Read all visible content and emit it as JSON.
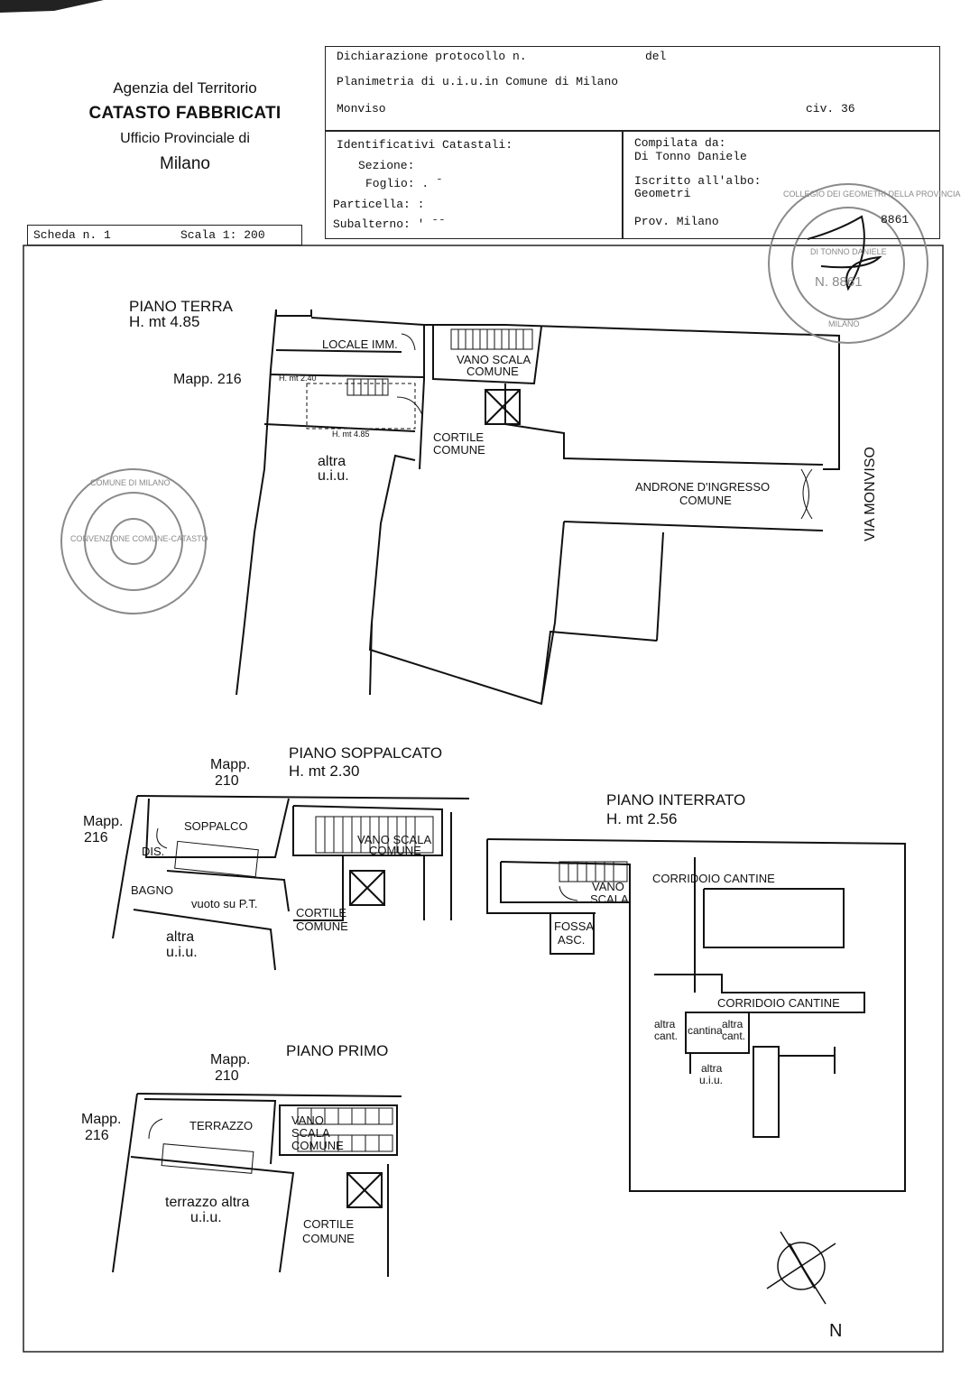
{
  "agency": {
    "line1": "Agenzia del Territorio",
    "line2": "CATASTO FABBRICATI",
    "line3": "Ufficio Provinciale di",
    "line4": "Milano"
  },
  "header": {
    "declaration": "Dichiarazione protocollo n.",
    "del": "del",
    "planimetria": "Planimetria di u.i.u.in Comune di Milano",
    "street": "Monviso",
    "civic": "civ. 36"
  },
  "identifiers": {
    "title": "Identificativi Catastali:",
    "sezione": "Sezione:",
    "foglio": "Foglio: . ˉ",
    "particella": "Particella: :",
    "subalterno": "Subalterno: ' ˉˉ"
  },
  "compiler": {
    "compiled_by": "Compilata da:",
    "name": "Di Tonno Daniele",
    "enrolled": "Iscritto all'albo:",
    "albo": "Geometri",
    "province": "Prov. Milano",
    "number": "8861"
  },
  "scheda": {
    "number": "Scheda n. 1",
    "scale": "Scala 1: 200"
  },
  "stamps": {
    "geometri_top": "COLLEGIO DEI GEOMETRI DELLA PROVINCIA",
    "geometri_center": "DI TONNO DANIELE",
    "geometri_number": "N. 8861",
    "geometri_city": "MILANO",
    "comune": "COMUNE DI MILANO",
    "comune_inner": "CONVENZIONE COMUNE-CATASTO"
  },
  "piano_terra": {
    "title": "PIANO TERRA",
    "height": "H. mt 4.85",
    "mapp": "Mapp. 216",
    "locale": "LOCALE IMM.",
    "vano_scala": "VANO SCALA",
    "comune": "COMUNE",
    "h240": "H. mt 2.40",
    "h485": "H. mt 4.85",
    "cortile": "CORTILE",
    "cortile_comune": "COMUNE",
    "altra": "altra",
    "uiu": "u.i.u.",
    "androne": "ANDRONE D'INGRESSO",
    "androne_comune": "COMUNE",
    "via": "VIA MONVISO"
  },
  "piano_soppalcato": {
    "title": "PIANO SOPPALCATO",
    "height": "H. mt 2.30",
    "mapp210": "Mapp.",
    "mapp210_num": "210",
    "mapp216": "Mapp.",
    "mapp216_num": "216",
    "soppalco": "SOPPALCO",
    "dis": "DIS.",
    "bagno": "BAGNO",
    "vuoto": "vuoto su P.T.",
    "vano_scala": "VANO SCALA",
    "comune": "COMUNE",
    "cortile": "CORTILE",
    "cortile_comune": "COMUNE",
    "altra": "altra",
    "uiu": "u.i.u."
  },
  "piano_interrato": {
    "title": "PIANO INTERRATO",
    "height": "H. mt 2.56",
    "corridoio": "CORRIDOIO CANTINE",
    "vano": "VANO",
    "scala": "SCALA",
    "fossa": "FOSSA",
    "asc": "ASC.",
    "corridoio2": "CORRIDOIO CANTINE",
    "altra_cant_l1": "altra",
    "altra_cant_l2": "cant.",
    "cantina": "cantina",
    "altra_cant_r1": "altra",
    "altra_cant_r2": "cant.",
    "altra_uiu_1": "altra",
    "altra_uiu_2": "u.i.u."
  },
  "piano_primo": {
    "title": "PIANO PRIMO",
    "mapp210": "Mapp.",
    "mapp210_num": "210",
    "mapp216": "Mapp.",
    "mapp216_num": "216",
    "terrazzo": "TERRAZZO",
    "vano": "VANO",
    "scala": "SCALA",
    "comune": "COMUNE",
    "terrazzo_altra": "terrazzo altra",
    "uiu": "u.i.u.",
    "cortile": "CORTILE",
    "cortile_comune": "COMUNE"
  },
  "north": "N",
  "colors": {
    "ink": "#111111",
    "stamp": "#8a8a8a",
    "paper": "#ffffff"
  }
}
